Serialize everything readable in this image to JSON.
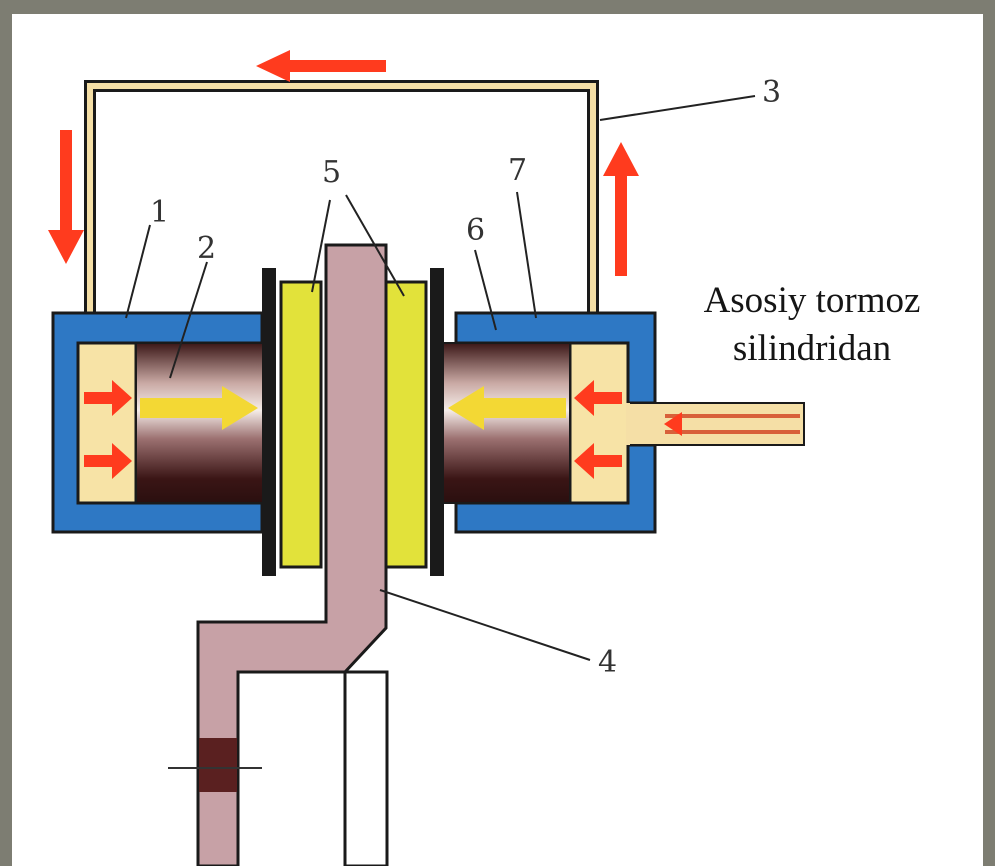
{
  "diagram": {
    "caption": {
      "line1": "Asosiy tormoz",
      "line2": "silindridan"
    },
    "callouts": [
      "1",
      "2",
      "3",
      "4",
      "5",
      "6",
      "7"
    ],
    "colors": {
      "frame": "#7d7d72",
      "caliper": "#2e78c4",
      "fluid": "#f7e3a6",
      "pad": "#e2e23a",
      "disc": "#c7a1a6",
      "piston_dark": "#4a1f1f",
      "piston_light": "#f1e6e1",
      "arrow_red": "#ff3b1e",
      "arrow_yellow": "#f3d834",
      "tube": "#f5dfa6",
      "outline": "#1a1a1a"
    }
  }
}
